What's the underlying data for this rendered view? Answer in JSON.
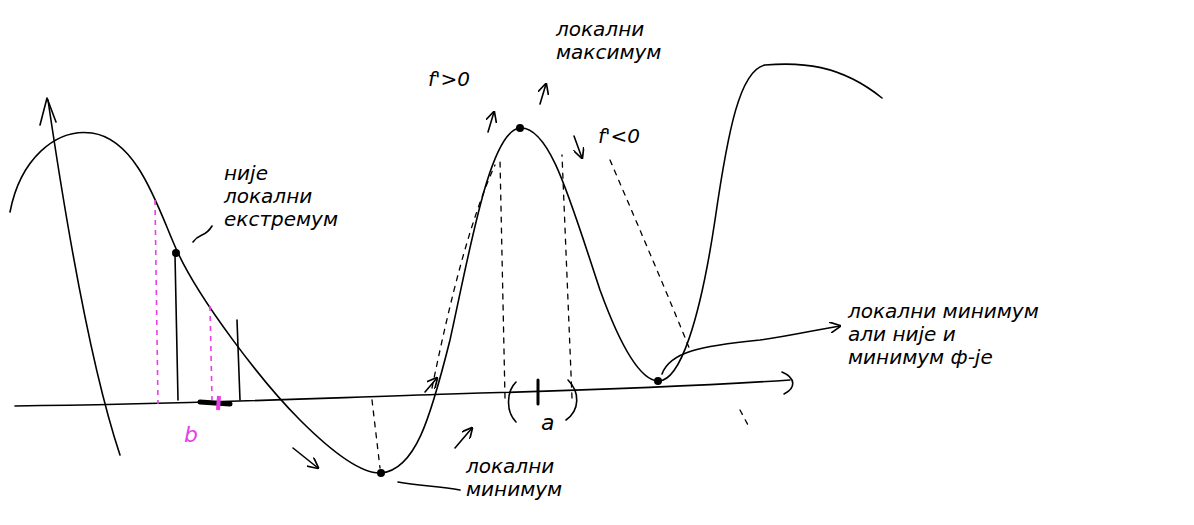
{
  "diagram": {
    "labels": [
      "није локални екстремум",
      "локални максимум",
      "f'>0",
      "f'<0",
      "локални минимум",
      "локални минимум али није и минимум ф-је",
      "a",
      "b"
    ]
  }
}
